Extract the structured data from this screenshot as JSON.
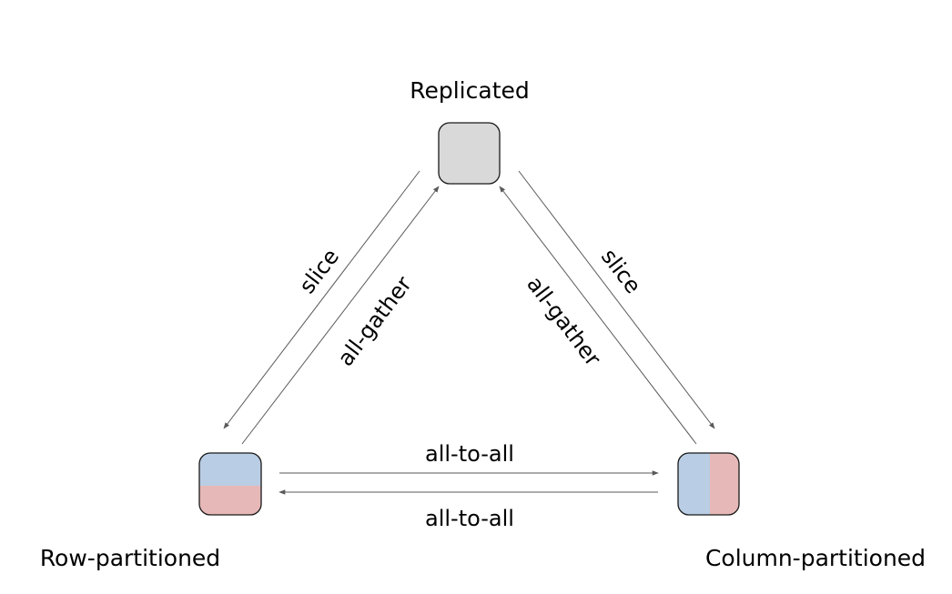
{
  "diagram": {
    "nodes": [
      {
        "id": "replicated",
        "label": "Replicated",
        "fill": "#d9d9d9",
        "pattern": "solid"
      },
      {
        "id": "row",
        "label": "Row-partitioned",
        "colors": [
          "#b9cde4",
          "#e6b8b7"
        ],
        "pattern": "horizontal-split"
      },
      {
        "id": "col",
        "label": "Column-partitioned",
        "colors": [
          "#b9cde4",
          "#e6b8b7"
        ],
        "pattern": "vertical-split"
      }
    ],
    "edges": [
      {
        "from": "replicated",
        "to": "row",
        "label": "slice"
      },
      {
        "from": "row",
        "to": "replicated",
        "label": "all-gather"
      },
      {
        "from": "replicated",
        "to": "col",
        "label": "slice"
      },
      {
        "from": "col",
        "to": "replicated",
        "label": "all-gather"
      },
      {
        "from": "row",
        "to": "col",
        "label": "all-to-all"
      },
      {
        "from": "col",
        "to": "row",
        "label": "all-to-all"
      }
    ],
    "line_color": "#595959",
    "border_color": "#1a1a1a"
  }
}
